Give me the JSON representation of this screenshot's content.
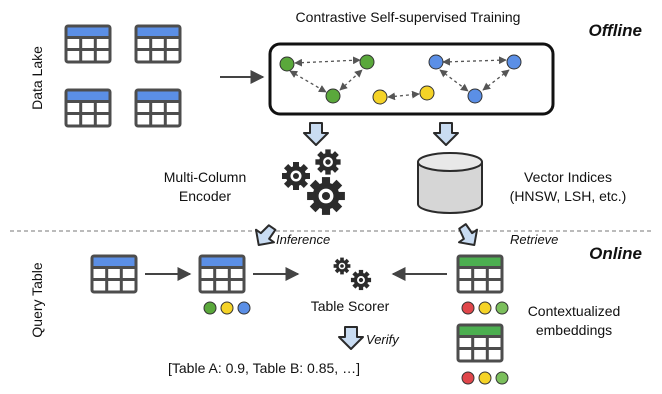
{
  "diagram": {
    "title": "Contrastive Self-supervised Training",
    "offline_label": "Offline",
    "online_label": "Online",
    "data_lake_label": "Data Lake",
    "query_table_label": "Query Table",
    "encoder_label_line1": "Multi-Column",
    "encoder_label_line2": "Encoder",
    "vector_label_line1": "Vector Indices",
    "vector_label_line2": "(HNSW, LSH, etc.)",
    "inference_label": "Inference",
    "retrieve_label": "Retrieve",
    "scorer_label": "Table Scorer",
    "verify_label": "Verify",
    "contextualized_line1": "Contextualized",
    "contextualized_line2": "embeddings",
    "result_text": "[Table A: 0.9, Table B: 0.85, …]"
  },
  "colors": {
    "table_header_blue": "#5b8fe6",
    "table_header_green": "#4caf50",
    "table_grid": "#4d4d4d",
    "node_green": "#5aa83b",
    "node_yellow": "#f5d327",
    "node_blue": "#5b8fe6",
    "node_red": "#e0464a",
    "node_light_green": "#7bbf5c",
    "arrow_fill": "#c9dcf2",
    "arrow_stroke": "#2b2b2b",
    "gear": "#2b2b2b",
    "cylinder_fill": "#d6d6d6"
  },
  "icons": [
    "table-icon",
    "gear-icon",
    "database-cylinder-icon",
    "down-arrow-icon",
    "right-arrow-icon"
  ]
}
